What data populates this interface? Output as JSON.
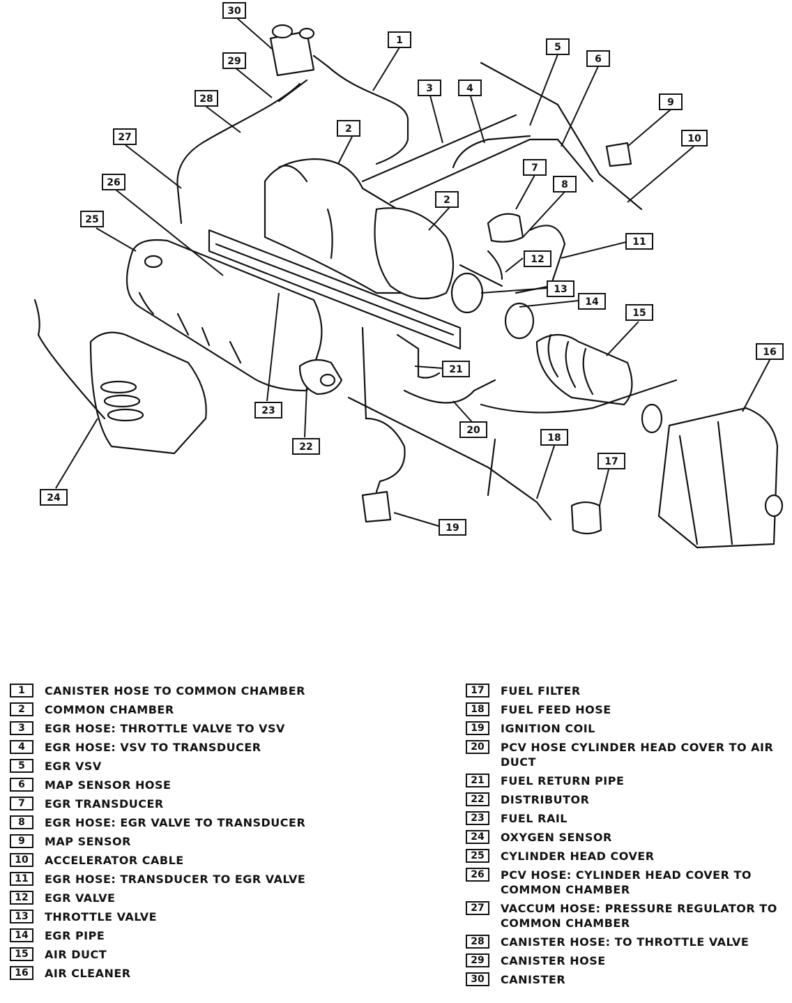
{
  "legend": {
    "left": [
      {
        "num": "1",
        "label": "CANISTER HOSE TO COMMON CHAMBER"
      },
      {
        "num": "2",
        "label": "COMMON CHAMBER"
      },
      {
        "num": "3",
        "label": "EGR HOSE: THROTTLE VALVE TO VSV"
      },
      {
        "num": "4",
        "label": "EGR HOSE: VSV TO TRANSDUCER"
      },
      {
        "num": "5",
        "label": "EGR VSV"
      },
      {
        "num": "6",
        "label": "MAP SENSOR HOSE"
      },
      {
        "num": "7",
        "label": "EGR TRANSDUCER"
      },
      {
        "num": "8",
        "label": "EGR HOSE: EGR VALVE TO TRANSDUCER"
      },
      {
        "num": "9",
        "label": "MAP SENSOR"
      },
      {
        "num": "10",
        "label": "ACCELERATOR CABLE"
      },
      {
        "num": "11",
        "label": "EGR HOSE: TRANSDUCER TO EGR VALVE"
      },
      {
        "num": "12",
        "label": "EGR VALVE"
      },
      {
        "num": "13",
        "label": "THROTTLE VALVE"
      },
      {
        "num": "14",
        "label": "EGR PIPE"
      },
      {
        "num": "15",
        "label": "AIR DUCT"
      },
      {
        "num": "16",
        "label": "AIR CLEANER"
      }
    ],
    "right": [
      {
        "num": "17",
        "label": "FUEL FILTER"
      },
      {
        "num": "18",
        "label": "FUEL FEED HOSE"
      },
      {
        "num": "19",
        "label": "IGNITION COIL"
      },
      {
        "num": "20",
        "label": "PCV HOSE CYLINDER HEAD COVER TO AIR DUCT"
      },
      {
        "num": "21",
        "label": "FUEL RETURN PIPE"
      },
      {
        "num": "22",
        "label": "DISTRIBUTOR"
      },
      {
        "num": "23",
        "label": "FUEL RAIL"
      },
      {
        "num": "24",
        "label": "OXYGEN SENSOR"
      },
      {
        "num": "25",
        "label": "CYLINDER HEAD COVER"
      },
      {
        "num": "26",
        "label": "PCV HOSE: CYLINDER HEAD COVER TO COMMON CHAMBER"
      },
      {
        "num": "27",
        "label": "VACCUM HOSE: PRESSURE REGULATOR TO COMMON CHAMBER"
      },
      {
        "num": "28",
        "label": "CANISTER HOSE: TO THROTTLE VALVE"
      },
      {
        "num": "29",
        "label": "CANISTER HOSE"
      },
      {
        "num": "30",
        "label": "CANISTER"
      }
    ]
  },
  "callouts": [
    "30",
    "1",
    "29",
    "5",
    "6",
    "28",
    "3",
    "4",
    "9",
    "2",
    "10",
    "27",
    "7",
    "26",
    "8",
    "2",
    "25",
    "11",
    "12",
    "13",
    "14",
    "15",
    "16",
    "21",
    "23",
    "20",
    "22",
    "18",
    "17",
    "24",
    "19"
  ]
}
